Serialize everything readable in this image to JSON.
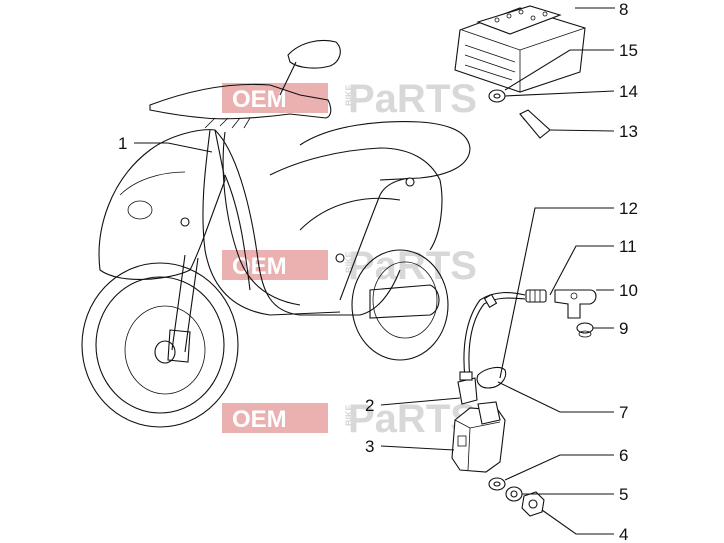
{
  "watermark": {
    "left_text": "OEM",
    "small_text": "BIKE",
    "right_text": "PaRTS",
    "color_red": "#e8a3a3",
    "color_grey": "#d2d2d2"
  },
  "callouts": [
    {
      "id": "1",
      "label": "1"
    },
    {
      "id": "2",
      "label": "2"
    },
    {
      "id": "3",
      "label": "3"
    },
    {
      "id": "4",
      "label": "4"
    },
    {
      "id": "5",
      "label": "5"
    },
    {
      "id": "6",
      "label": "6"
    },
    {
      "id": "7",
      "label": "7"
    },
    {
      "id": "8",
      "label": "8"
    },
    {
      "id": "9",
      "label": "9"
    },
    {
      "id": "10",
      "label": "10"
    },
    {
      "id": "11",
      "label": "11"
    },
    {
      "id": "12",
      "label": "12"
    },
    {
      "id": "13",
      "label": "13"
    },
    {
      "id": "14",
      "label": "14"
    },
    {
      "id": "15",
      "label": "15"
    }
  ]
}
